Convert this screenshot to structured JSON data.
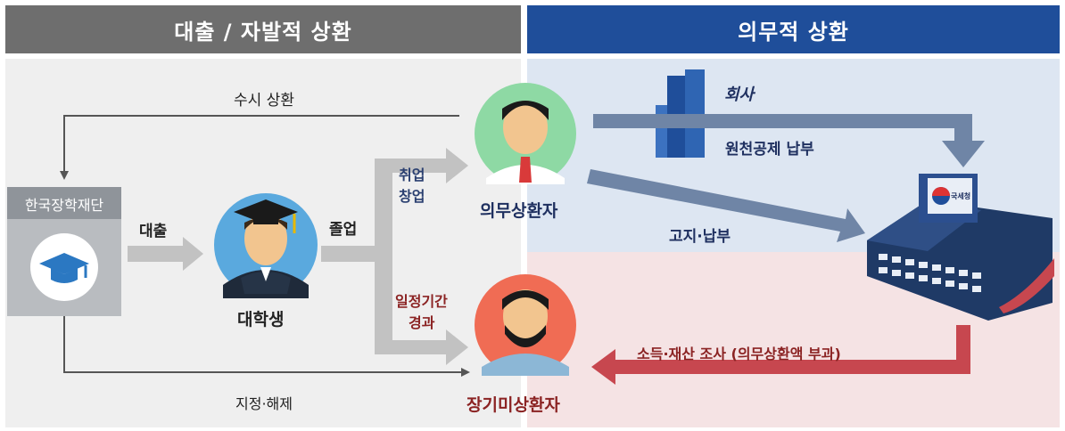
{
  "headers": {
    "left": "대출 / 자발적 상환",
    "right": "의무적 상환"
  },
  "nodes": {
    "foundation": "한국장학재단",
    "student": "대학생",
    "obligated_repayer": "의무상환자",
    "long_term_non_repayer": "장기미상환자",
    "company": "회사",
    "tax_office_sign": "국세청"
  },
  "edges": {
    "anytime_repayment": "수시 상환",
    "loan": "대출",
    "graduation": "졸업",
    "employment": "취업",
    "startup": "창업",
    "period_elapsed_1": "일정기간",
    "period_elapsed_2": "경과",
    "withholding": "원천공제 납부",
    "notice_payment": "고지·납부",
    "income_asset_survey": "소득·재산 조사 (의무상환액 부과)",
    "designation_cancel": "지정·해제"
  },
  "colors": {
    "left_header": "#6e6e6e",
    "right_header": "#1f4e9a",
    "left_panel": "#efefef",
    "right_top_panel": "#dde6f2",
    "right_bottom_panel": "#f5e3e4",
    "grey_arrow": "#c2c2c2",
    "blue_arrow": "#6f85a6",
    "red_arrow": "#c7474f",
    "dark_red_text": "#8b2323"
  },
  "icons": [
    "graduation-cap-icon",
    "graduate-person-icon",
    "male-person-icon",
    "bearded-person-icon",
    "building-icon",
    "tax-office-building-icon"
  ]
}
